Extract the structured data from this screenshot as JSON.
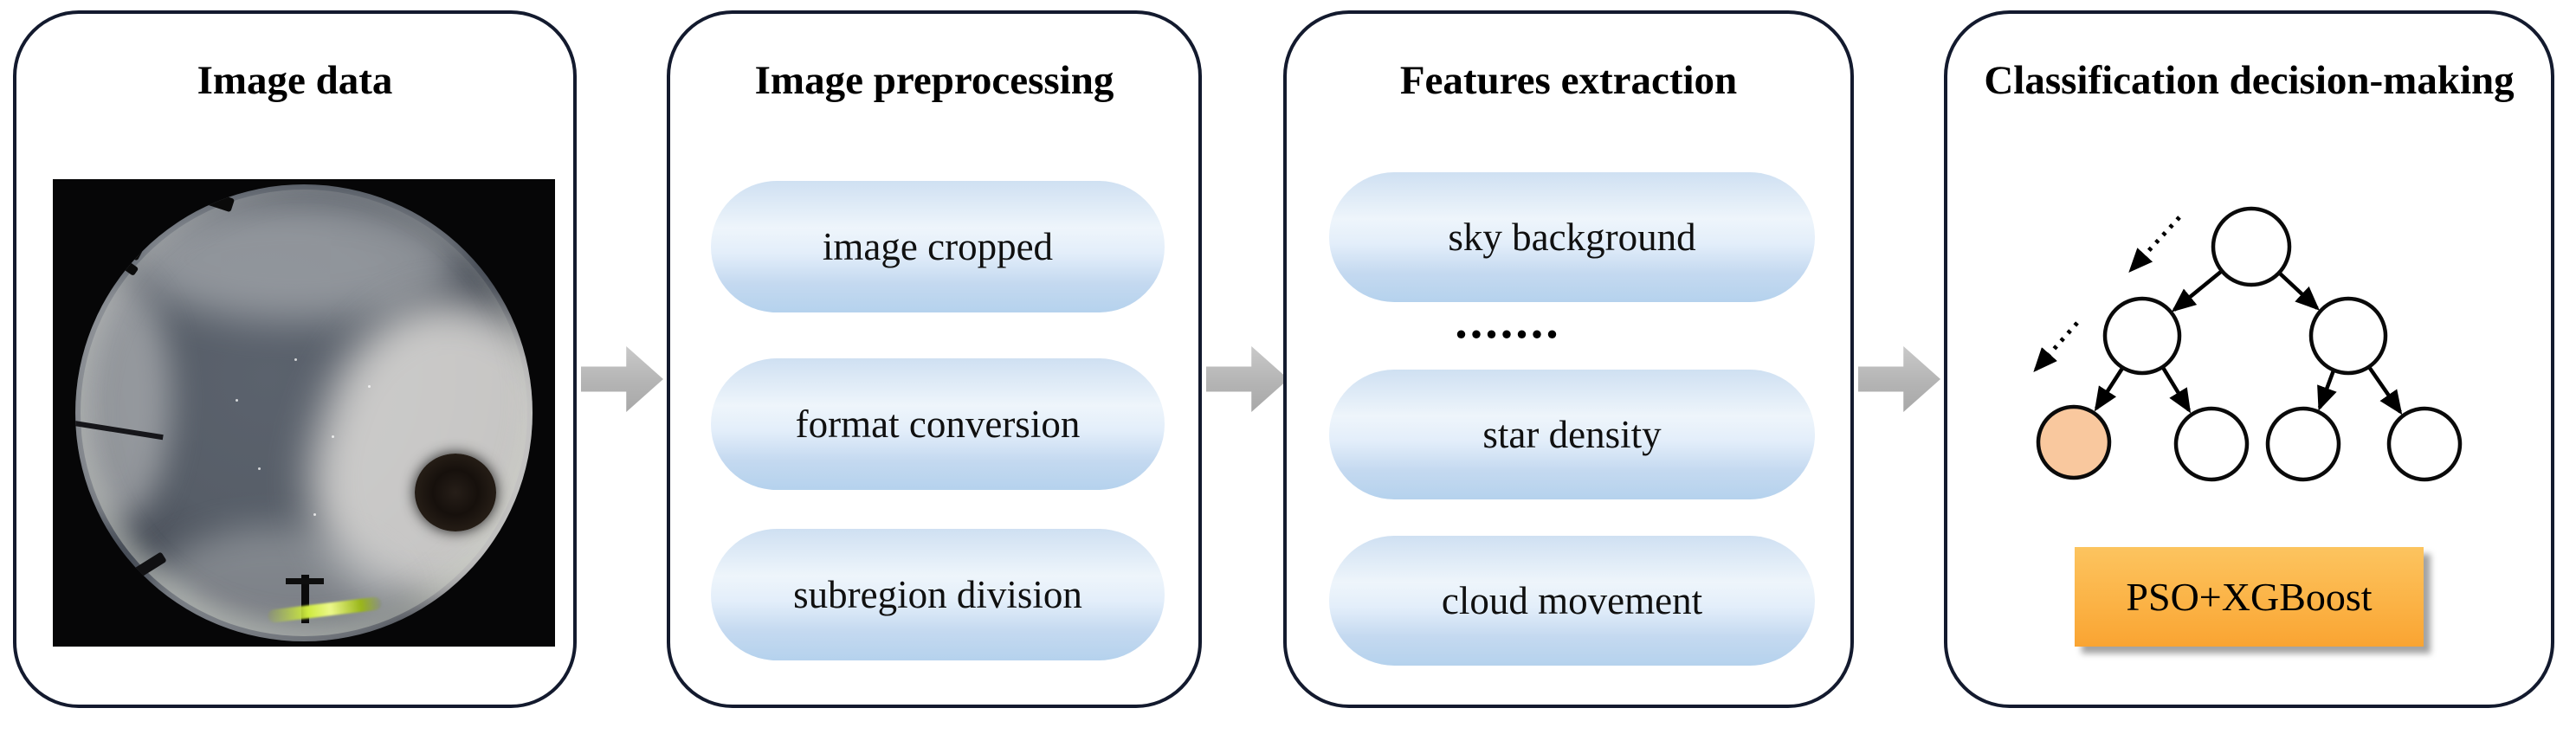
{
  "diagram": {
    "panels": [
      {
        "title": "Image data"
      },
      {
        "title": "Image preprocessing",
        "items": [
          "image cropped",
          "format conversion",
          "subregion division"
        ]
      },
      {
        "title": "Features extraction",
        "items": [
          "sky background",
          "star density",
          "cloud movement"
        ],
        "ellipsis": "......."
      },
      {
        "title": "Classification decision-making",
        "classifier": "PSO+XGBoost"
      }
    ],
    "colors": {
      "panel_border": "#131a2e",
      "pill_gradient_top": "#cfe0f2",
      "pill_gradient_bottom": "#b5d2ed",
      "flow_arrow": "#b4b4b4",
      "classifier_gradient_top": "#fcc45f",
      "classifier_gradient_bottom": "#f9a432",
      "highlighted_node": "#f9c89e",
      "photo_streak": "#cdea3e"
    }
  }
}
